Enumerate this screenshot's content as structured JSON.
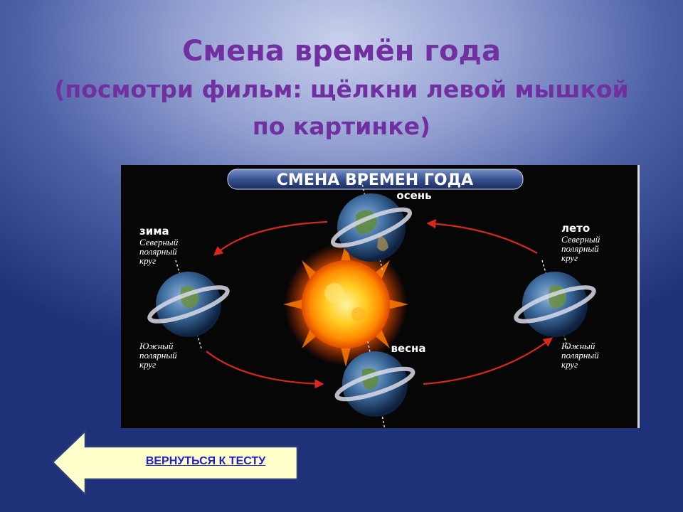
{
  "slide": {
    "title_line1": "Смена времён года",
    "title_line2": "(посмотри фильм: щёлкни левой мышкой",
    "title_line3": "по картинке)",
    "title_color": "#7030a0"
  },
  "picture": {
    "banner": "СМЕНА ВРЕМЕН ГОДА",
    "seasons": {
      "autumn": "осень",
      "spring": "весна",
      "winter": "зима",
      "summer": "лето"
    },
    "north_circle": [
      "Северный",
      "полярный",
      "круг"
    ],
    "south_circle": [
      "Южный",
      "полярный",
      "круг"
    ]
  },
  "back_button": {
    "label": "ВЕРНУТЬСЯ К ТЕСТУ",
    "fill_color": "#ffffcc",
    "link_color": "#1f1fcf"
  },
  "icons": [
    "sun-icon",
    "earth-icon",
    "orbit-arrow-icon",
    "left-arrow-icon"
  ]
}
